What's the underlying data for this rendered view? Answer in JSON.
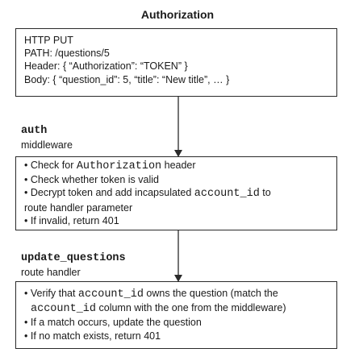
{
  "title": "Authorization",
  "request": {
    "lines": [
      "HTTP PUT",
      "PATH: /questions/5",
      "Header: { “Authorization”: “TOKEN” }",
      "Body: { “question_id”: 5, “title”: “New title”, … }"
    ]
  },
  "auth": {
    "name": "auth",
    "type": "middleware",
    "b1_pre": "Check for ",
    "b1_code": "Authorization",
    "b1_post": " header",
    "b2": "Check whether token is valid",
    "b3_pre": "Decrypt token and add incapsulated ",
    "b3_code": "account_id",
    "b3_post": " to",
    "b3_cont": "route handler parameter",
    "b4": "If invalid, return 401"
  },
  "update": {
    "name": "update_questions",
    "type": "route handler",
    "b1_pre": "Verify that ",
    "b1_code": "account_id",
    "b1_post": " owns the question (match the",
    "b1_cont_code": "account_id",
    "b1_cont_post": "  column with the one from the middleware)",
    "b2": "If a match occurs, update the question",
    "b3": "If no match exists, return 401"
  }
}
